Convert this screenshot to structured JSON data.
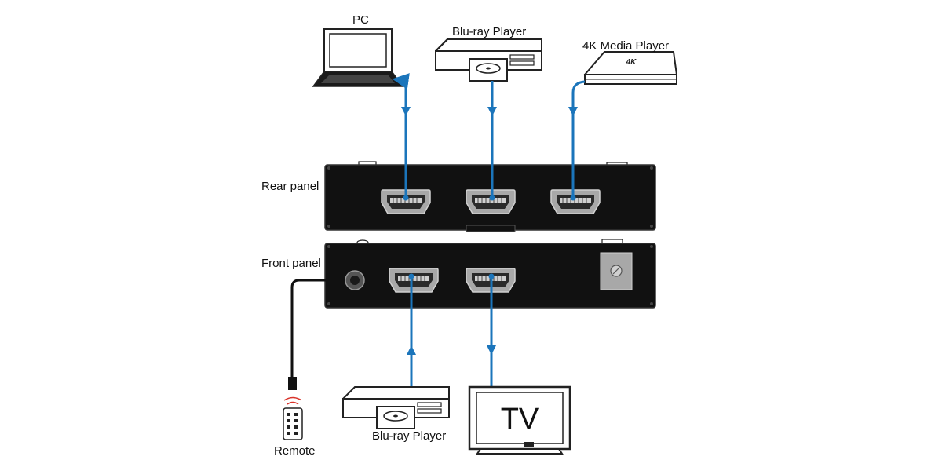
{
  "devices": {
    "pc": "PC",
    "bluray_top": "Blu-ray Player",
    "media_player": "4K Media Player",
    "media_player_badge": "4K",
    "bluray_bottom": "Blu-ray Player",
    "tv_screen": "TV",
    "remote": "Remote"
  },
  "panels": {
    "rear": "Rear panel",
    "front": "Front panel"
  },
  "colors": {
    "cable": "#1b75bb",
    "panel": "#111111",
    "port": "#a8a8a8",
    "remote_signal": "#d9332a"
  }
}
